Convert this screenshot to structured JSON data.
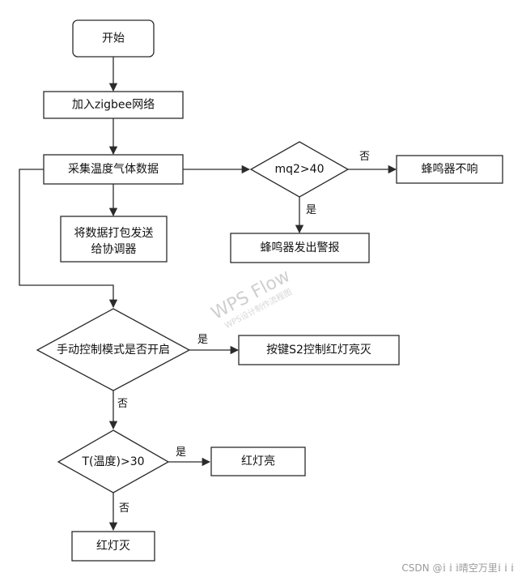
{
  "nodes": {
    "start": "开始",
    "join": "加入zigbee网络",
    "collect": "采集温度气体数据",
    "pack_line1": "将数据打包发送",
    "pack_line2": "给协调器",
    "gas_check": "mq2>40",
    "buzzer_off": "蜂鸣器不响",
    "buzzer_alarm": "蜂鸣器发出警报",
    "manual_mode": "手动控制模式是否开启",
    "key_control": "按键S2控制红灯亮灭",
    "temp_check": "T(温度)>30",
    "red_on": "红灯亮",
    "red_off": "红灯灭"
  },
  "edges": {
    "gas_no": "否",
    "gas_yes": "是",
    "manual_yes": "是",
    "manual_no": "否",
    "temp_yes": "是",
    "temp_no": "否"
  },
  "watermark": {
    "title": "WPS Flow",
    "subtitle": "WPS设计制作流程图"
  },
  "credit": "CSDN @𝕚 𝕚 𝕚晴空万里𝕚 𝕚 𝕚"
}
